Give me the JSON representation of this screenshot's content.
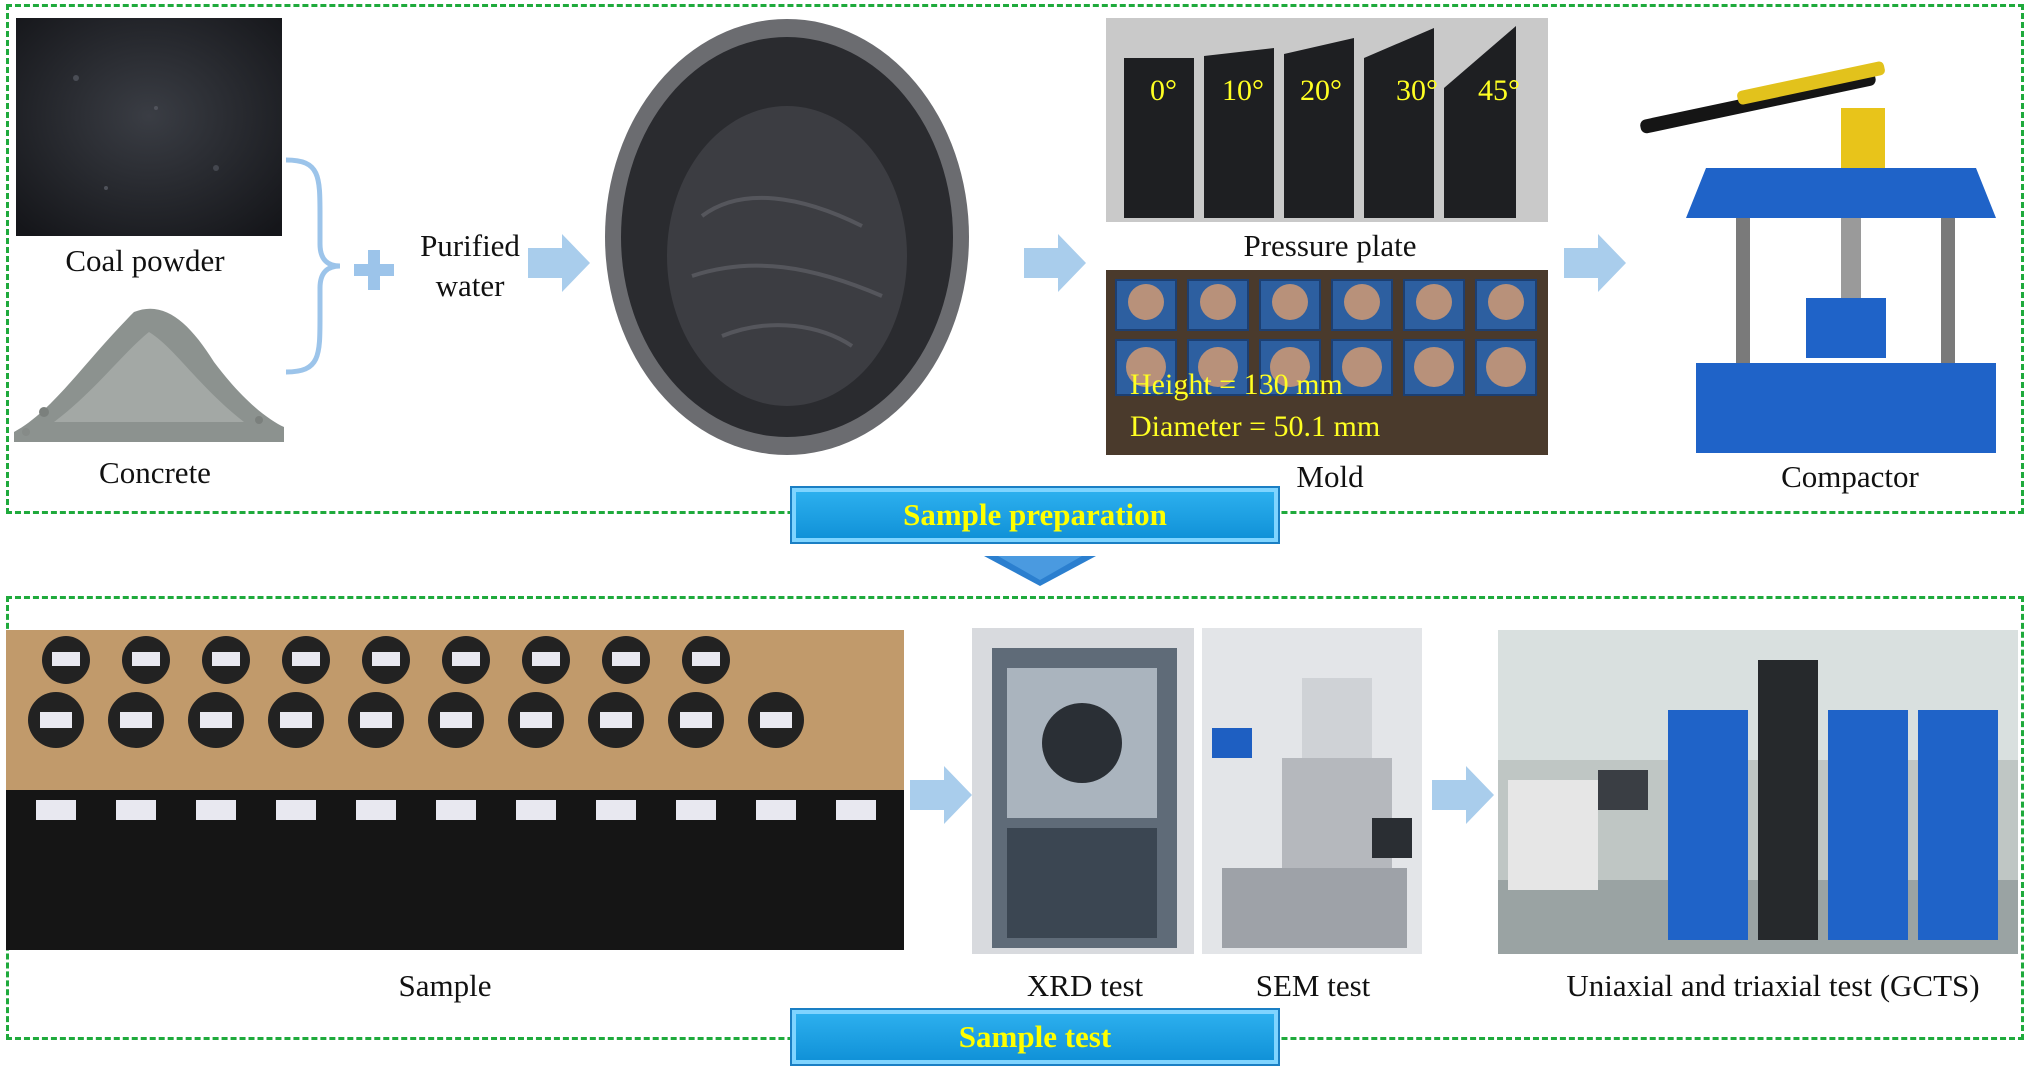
{
  "preparation": {
    "banner": "Sample preparation",
    "coal_powder": "Coal powder",
    "concrete": "Concrete",
    "purified_water": "Purified water",
    "pressure_plate": "Pressure plate",
    "angles": [
      "0°",
      "10°",
      "20°",
      "30°",
      "45°"
    ],
    "mold": "Mold",
    "mold_height": "Height = 130 mm",
    "mold_diameter": "Diameter = 50.1 mm",
    "compactor": "Compactor"
  },
  "test": {
    "banner": "Sample test",
    "sample": "Sample",
    "xrd": "XRD test",
    "sem": "SEM test",
    "gcts": "Uniaxial and triaxial test (GCTS)"
  },
  "colors": {
    "dashed_border": "#1faa3c",
    "banner_fill": "#1a9fe2",
    "banner_text": "#ffff00",
    "arrow": "#a9cdec",
    "brace": "#9cc4ea"
  }
}
